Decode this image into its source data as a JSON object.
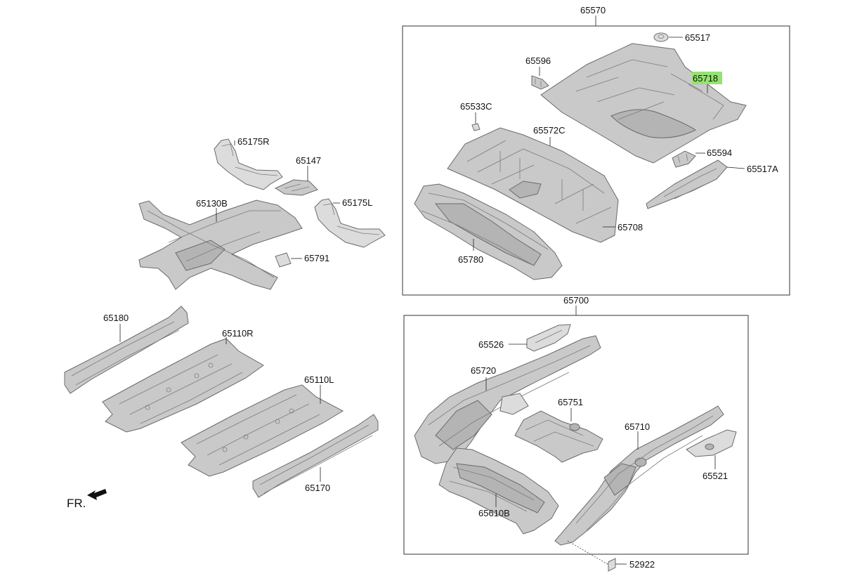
{
  "groups": {
    "rear_floor": "65570",
    "rear_member": "65700"
  },
  "labels": {
    "p65517": "65517",
    "p65596": "65596",
    "p65718": "65718",
    "p65533C": "65533C",
    "p65572C": "65572C",
    "p65594": "65594",
    "p65517A": "65517A",
    "p65708": "65708",
    "p65780": "65780",
    "p65175R": "65175R",
    "p65147": "65147",
    "p65130B": "65130B",
    "p65175L": "65175L",
    "p65791": "65791",
    "p65180": "65180",
    "p65110R": "65110R",
    "p65110L": "65110L",
    "p65170": "65170",
    "p65526": "65526",
    "p65720": "65720",
    "p65751": "65751",
    "p65710": "65710",
    "p65521": "65521",
    "p65610B": "65610B",
    "p52922": "52922"
  },
  "highlighted_part": "65718",
  "highlight_color": "#93e36e",
  "orientation": {
    "text": "FR.",
    "icon": "front-arrow-icon"
  }
}
